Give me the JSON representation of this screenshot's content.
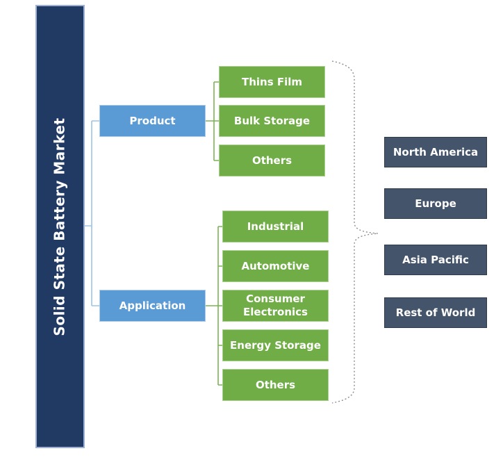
{
  "diagram": {
    "root": {
      "label": "Solid State Battery Market"
    },
    "branches": [
      {
        "label": "Product",
        "children": [
          "Thins Film",
          "Bulk Storage",
          "Others"
        ]
      },
      {
        "label": "Application",
        "children": [
          "Industrial",
          "Automotive",
          "Consumer Electronics",
          "Energy Storage",
          "Others"
        ]
      }
    ],
    "regions": [
      "North America",
      "Europe",
      "Asia Pacific",
      "Rest of World"
    ],
    "colors": {
      "root_bar": "#213A63",
      "branch_blue": "#5B9BD5",
      "leaf_green": "#70AD47",
      "region_slate": "#44546A",
      "connector_blue": "#9DC3E6",
      "connector_green": "#7CB254",
      "brace_gray": "#8C8C8C"
    }
  }
}
